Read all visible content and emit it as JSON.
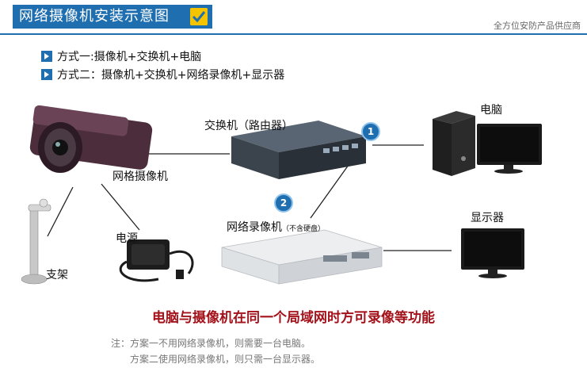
{
  "header": {
    "title": "网络摄像机安装示意图",
    "supplier": "全方位安防产品供应商"
  },
  "methods": [
    "方式一:摄像机+交换机+电脑",
    "方式二：摄像机+交换机+网络录像机+显示器"
  ],
  "labels": {
    "switch": "交换机（路由器）",
    "camera": "网格摄像机",
    "power": "电源",
    "bracket": "支架",
    "nvr": "网络录像机",
    "nvr_note": "（不含硬盘）",
    "computer": "电脑",
    "monitor": "显示器"
  },
  "badges": [
    "1",
    "2"
  ],
  "conclusion": "电脑与摄像机在同一个局域网时方可录像等功能",
  "notes": [
    "注：方案一不用网络录像机，则需要一台电脑。",
    "方案二使用网络录像机，则只需一台显示器。"
  ],
  "colors": {
    "accent": "#1f6fb0",
    "conclusion": "#a3121a",
    "check": "#f5c400"
  }
}
